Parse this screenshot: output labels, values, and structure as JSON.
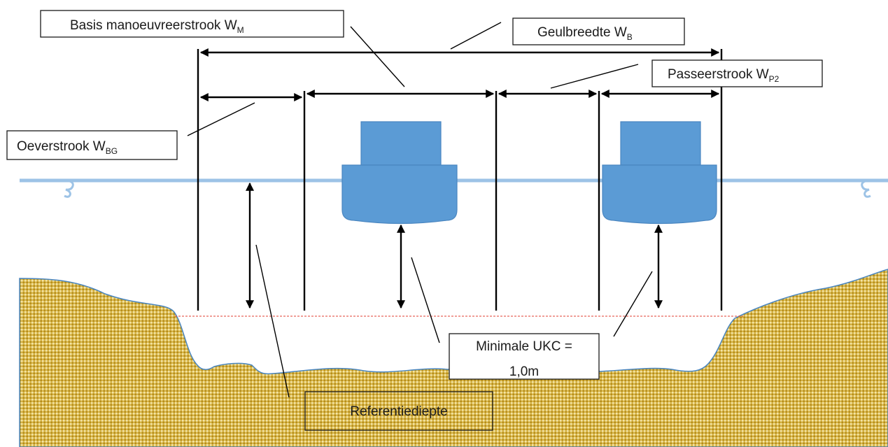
{
  "labels": {
    "basis": {
      "text": "Basis manoeuvreerstrook W",
      "sub": "M"
    },
    "geul": {
      "text": "Geulbreedte W",
      "sub": "B"
    },
    "passeer": {
      "text": "Passeerstrook W",
      "sub": "P2"
    },
    "oever": {
      "text": "Oeverstrook W",
      "sub": "BG"
    },
    "ukc": {
      "line1": "Minimale UKC =",
      "line2": "1,0m"
    },
    "referentie": {
      "text": "Referentiediepte"
    }
  },
  "colors": {
    "water": "#9dc3e6",
    "ship": "#5b9bd5",
    "seabed": "#c9a227",
    "reference_line": "#e03c31",
    "lines": "#000000"
  },
  "icons": [
    "water-curl-icon"
  ]
}
